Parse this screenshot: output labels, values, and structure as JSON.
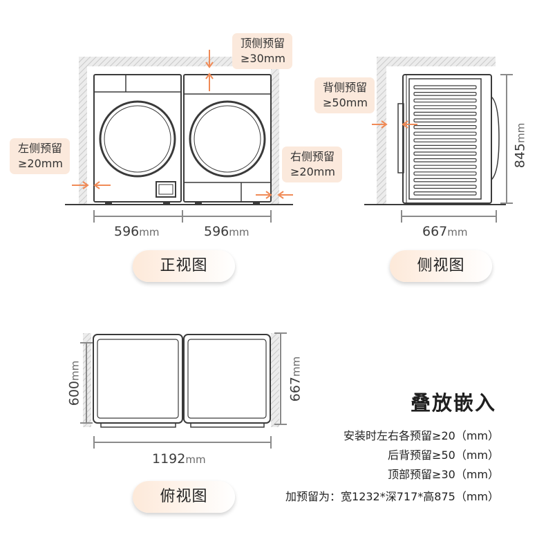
{
  "callouts": {
    "top": [
      "顶侧预留",
      "≥30mm"
    ],
    "left": [
      "左侧预留",
      "≥20mm"
    ],
    "right": [
      "右侧预留",
      "≥20mm"
    ],
    "back": [
      "背侧预留",
      "≥50mm"
    ]
  },
  "dimensions": {
    "front_left_width": {
      "value": "596",
      "unit": "mm"
    },
    "front_right_width": {
      "value": "596",
      "unit": "mm"
    },
    "side_depth": {
      "value": "667",
      "unit": "mm"
    },
    "side_height": {
      "value": "845",
      "unit": "mm"
    },
    "top_depth_left": {
      "value": "600",
      "unit": "mm"
    },
    "top_depth_right": {
      "value": "667",
      "unit": "mm"
    },
    "top_total_width": {
      "value": "1192",
      "unit": "mm"
    }
  },
  "views": {
    "front": "正视图",
    "side": "侧视图",
    "top": "俯视图"
  },
  "info": {
    "title": "叠放嵌入",
    "lines": [
      "安装时左右各预留≥20（mm）",
      "后背预留≥50（mm）",
      "顶部预留≥30（mm）",
      "加预留为：宽1232*深717*高875（mm）"
    ]
  },
  "colors": {
    "accent": "#f08a56",
    "line": "#3a3a3a",
    "dim_line": "#8a8a8a",
    "callout_bg": "#fbe9dc",
    "wall": "#bfbfbf"
  }
}
